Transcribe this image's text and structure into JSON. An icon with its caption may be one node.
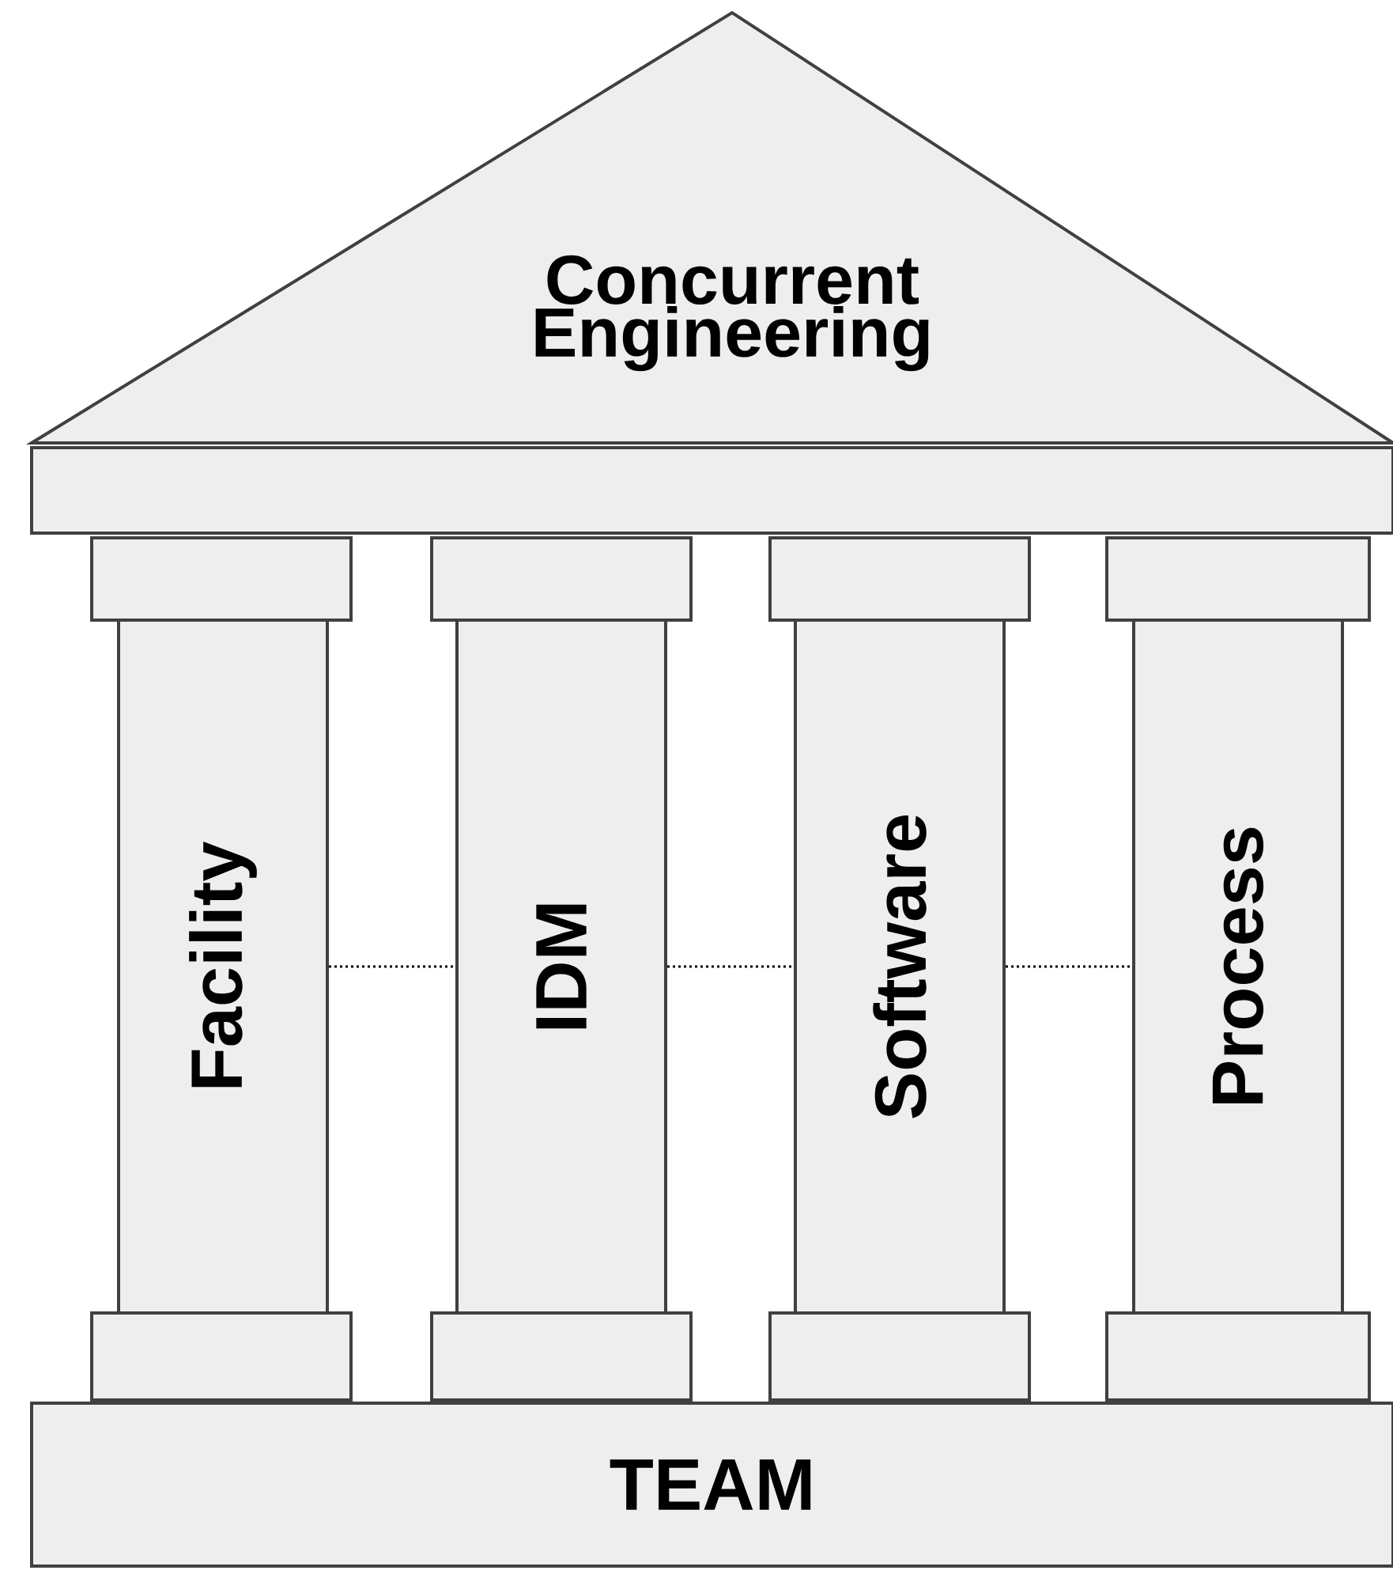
{
  "diagram": {
    "nodes": [
      {
        "text": [
          "Concurrent Engineering"
        ]
      },
      {
        "text": [
          "Facility"
        ]
      },
      {
        "text": [
          "IDM"
        ]
      },
      {
        "text": [
          "Software"
        ]
      },
      {
        "text": [
          "Process"
        ]
      },
      {
        "text": [
          "TEAM"
        ]
      }
    ],
    "edges": [
      {
        "from": 1,
        "to": 2,
        "arrow": "none",
        "style": "dashed"
      },
      {
        "from": 2,
        "to": 3,
        "arrow": "none",
        "style": "dashed"
      },
      {
        "from": 3,
        "to": 4,
        "arrow": "none",
        "style": "dashed"
      }
    ]
  }
}
